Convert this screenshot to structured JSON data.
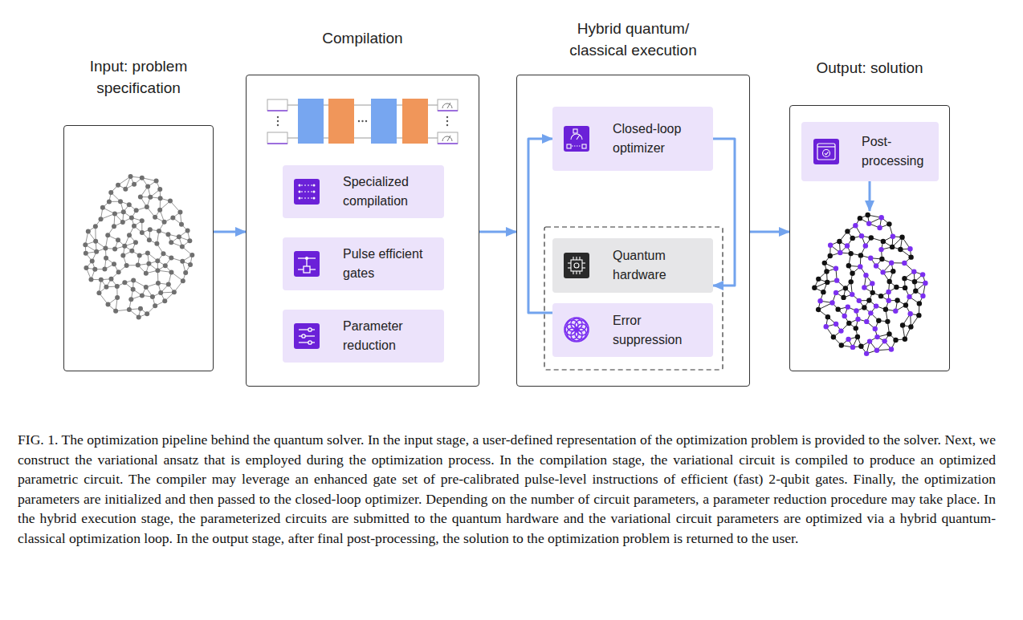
{
  "diagram": {
    "caption": "FIG. 1. The optimization pipeline behind the quantum solver. In the input stage, a user-defined representation of the optimization problem is provided to the solver. Next, we construct the variational ansatz that is employed during the optimization process. In the compilation stage, the variational circuit is compiled to produce an optimized parametric circuit. The compiler may leverage an enhanced gate set of pre-calibrated pulse-level instructions of efficient (fast) 2-qubit gates. Finally, the optimization parameters are initialized and then passed to the closed-loop optimizer. Depending on the number of circuit parameters, a parameter reduction procedure may take place. In the hybrid execution stage, the parameterized circuits are submitted to the quantum hardware and the variational circuit parameters are optimized via a hybrid quantum-classical optimization loop. In the output stage, after final post-processing, the solution to the optimization problem is returned to the user.",
    "nodes": [
      {
        "text": [
          "Input: problem specification"
        ]
      },
      {
        "text": [
          "Compilation"
        ]
      },
      {
        "text": [
          "Specialized compilation"
        ],
        "in": 1
      },
      {
        "text": [
          "Pulse efficient gates"
        ],
        "in": 1
      },
      {
        "text": [
          "Parameter reduction"
        ],
        "in": 1
      },
      {
        "text": [
          "Hybrid quantum/ classical execution"
        ]
      },
      {
        "text": [
          "Closed-loop optimizer"
        ],
        "in": 5
      },
      {
        "text": [
          "Quantum hardware"
        ],
        "in": 5
      },
      {
        "text": [
          "Error suppression"
        ],
        "in": 5
      },
      {
        "text": [
          "Output: solution"
        ]
      },
      {
        "text": [
          "Post-processing"
        ],
        "in": 9
      }
    ],
    "edges": [
      {
        "from": 0,
        "to": 1,
        "arrow": "to"
      },
      {
        "from": 1,
        "to": 5,
        "arrow": "to"
      },
      {
        "from": 5,
        "to": 9,
        "arrow": "to"
      },
      {
        "from": 6,
        "to": 7,
        "arrow": "to"
      },
      {
        "from": 8,
        "to": 6,
        "arrow": "to"
      }
    ]
  }
}
